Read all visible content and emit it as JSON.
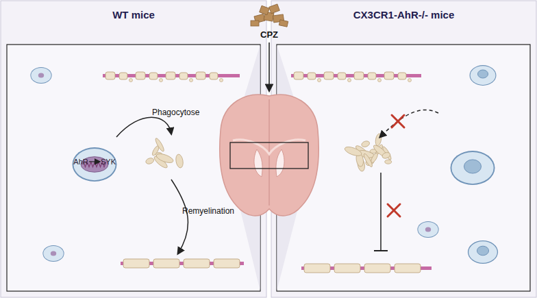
{
  "diagram": {
    "nodes": [
      {
        "text": [
          "WT mice"
        ]
      },
      {
        "text": [
          "CX3CR1-AhR-/- mice"
        ]
      }
    ],
    "labels": [
      "CPZ",
      "AhR",
      "SYK",
      "Phagocytose",
      "Remyelination"
    ]
  }
}
